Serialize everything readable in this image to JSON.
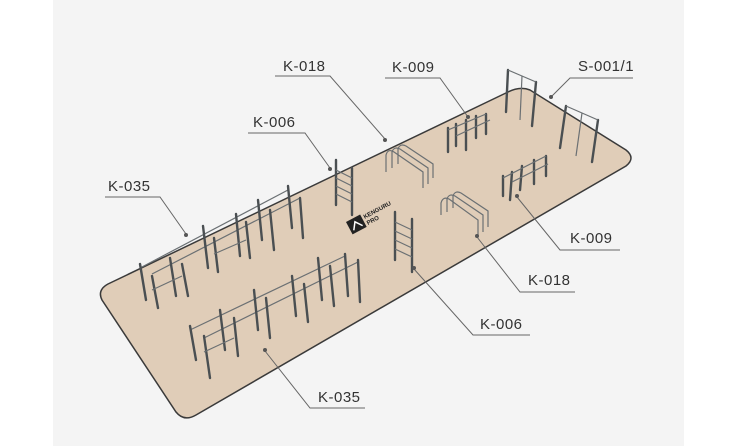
{
  "brand": {
    "logo_text": "KENGURU PRO"
  },
  "labels": [
    {
      "id": "k018-top",
      "text": "K-018"
    },
    {
      "id": "k009-top",
      "text": "K-009"
    },
    {
      "id": "s001",
      "text": "S-001/1"
    },
    {
      "id": "k006-top",
      "text": "K-006"
    },
    {
      "id": "k035-top",
      "text": "K-035"
    },
    {
      "id": "k009-right",
      "text": "K-009"
    },
    {
      "id": "k018-right",
      "text": "K-018"
    },
    {
      "id": "k006-bottom",
      "text": "K-006"
    },
    {
      "id": "k035-bottom",
      "text": "K-035"
    }
  ],
  "colors": {
    "platform": "#e0cdb8",
    "accent": "#2a9d9a",
    "background": "#f4f4f4"
  }
}
